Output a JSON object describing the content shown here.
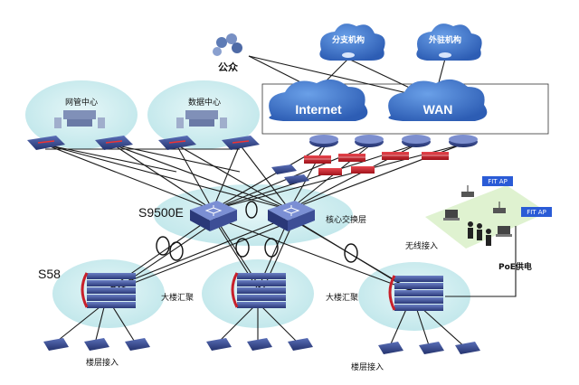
{
  "labels": {
    "public": "公众",
    "branch": "分支机构",
    "offsite": "外驻机构",
    "internet": "Internet",
    "wan": "WAN",
    "nms_center": "网管中心",
    "data_center": "数据中心",
    "core_switch_model": "S9500E",
    "core_layer": "核心交换层",
    "floor_switch_model": "S58",
    "building_agg_1": "大楼汇聚",
    "building_agg_2": "大楼汇聚",
    "wireless_access": "无线接入",
    "poe_power": "PoE供电",
    "fit_ap_1": "FIT AP",
    "fit_ap_2": "FIT AP",
    "floor_access_1": "楼层接入",
    "floor_access_2": "楼层接入"
  },
  "colors": {
    "cloud_blue": "#3f74c8",
    "zone_teal": "#cdeef0",
    "switch_dark": "#3a4c8c",
    "firewall_red": "#c8202a",
    "line": "#1a1a1a"
  }
}
